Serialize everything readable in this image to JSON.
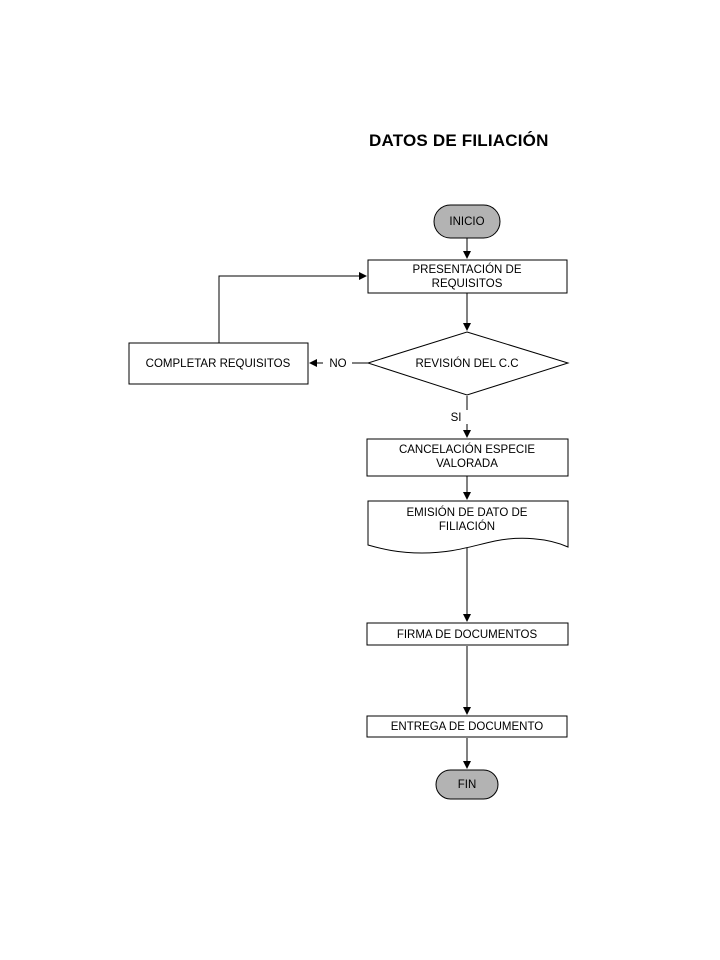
{
  "title": "DATOS DE FILIACIÓN",
  "nodes": {
    "inicio": "INICIO",
    "presentacion": [
      "PRESENTACIÓN DE",
      "REQUISITOS"
    ],
    "revision": "REVISIÓN DEL C.C",
    "completar": "COMPLETAR REQUISITOS",
    "cancelacion": [
      "CANCELACIÓN ESPECIE",
      "VALORADA"
    ],
    "emision": [
      "EMISIÓN DE DATO DE",
      "FILIACIÓN"
    ],
    "firma": "FIRMA DE DOCUMENTOS",
    "entrega": "ENTREGA DE DOCUMENTO",
    "fin": "FIN"
  },
  "edges": {
    "no_label": "NO",
    "si_label": "SI"
  },
  "colors": {
    "terminator_fill": "#b3b3b3",
    "box_fill": "#ffffff",
    "stroke": "#000000"
  }
}
